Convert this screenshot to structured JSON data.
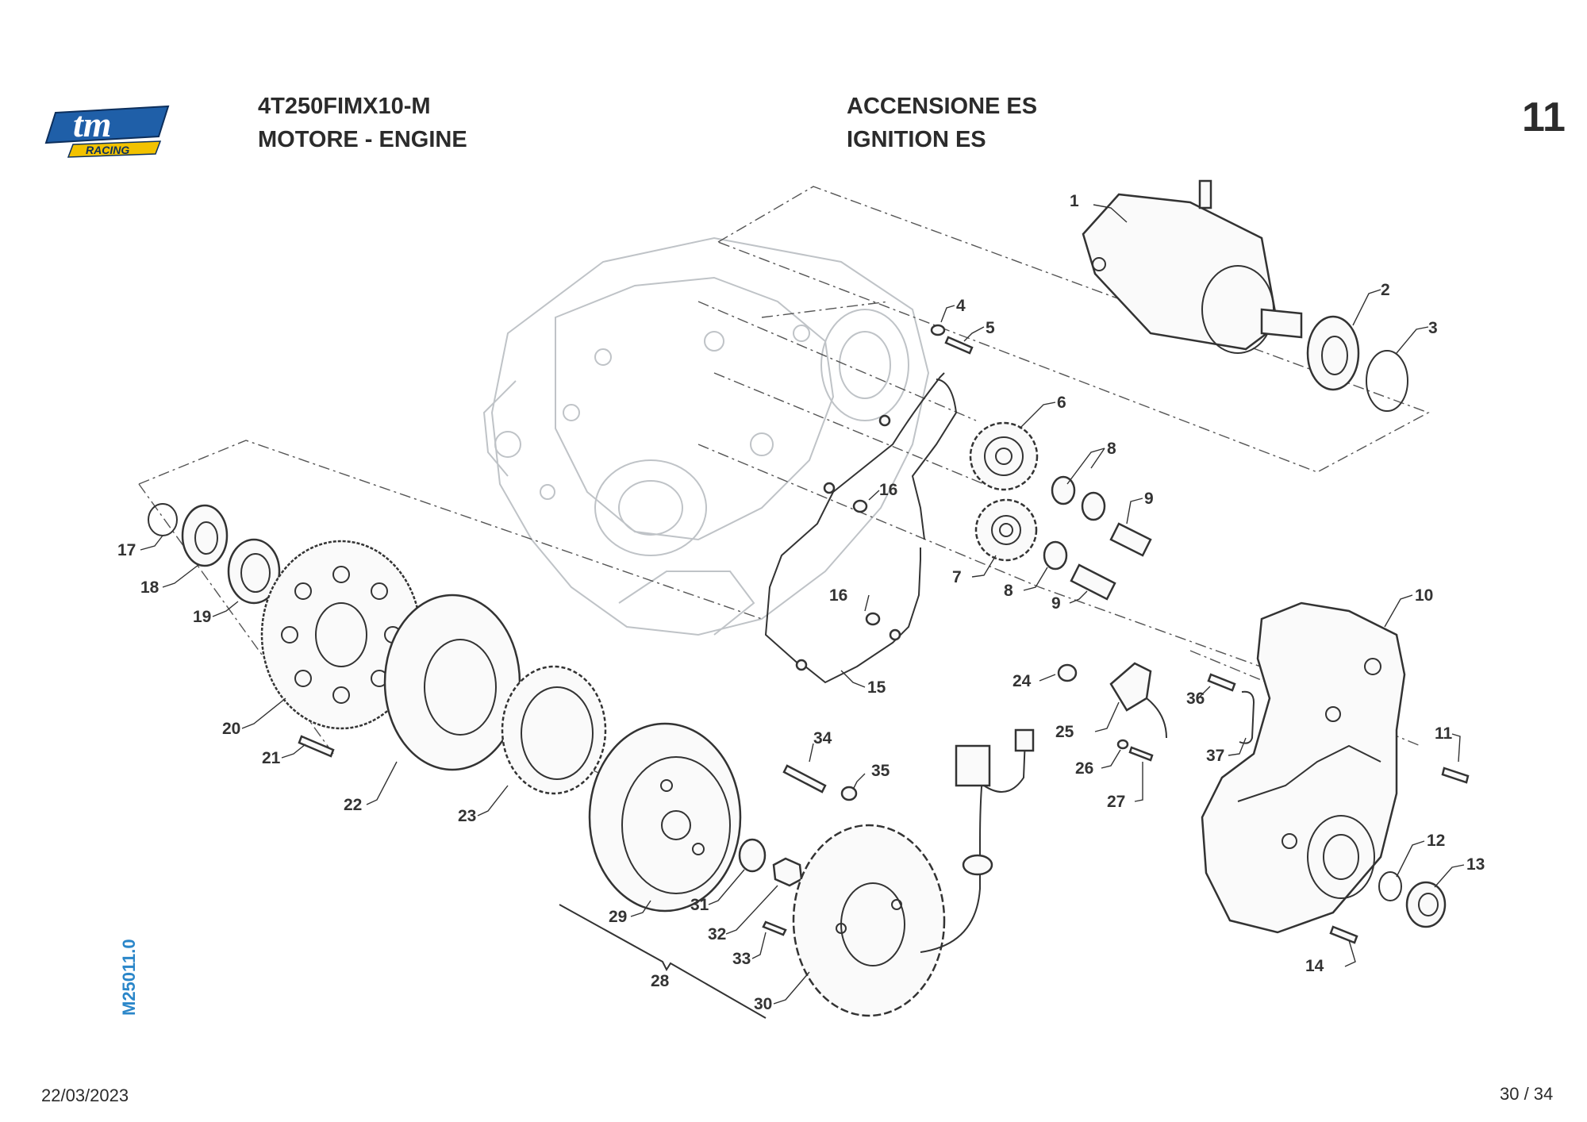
{
  "header": {
    "model_code": "4T250FIMX10-M",
    "group_name": "MOTORE - ENGINE",
    "section_it": "ACCENSIONE ES",
    "section_en": "IGNITION ES",
    "table_number": "11"
  },
  "logo": {
    "main_text": "tm",
    "sub_text": "RACING",
    "brand_color": "#1f5fa8",
    "accent_color": "#f2c200"
  },
  "drawing_code": "M25011.0",
  "footer": {
    "date": "22/03/2023",
    "page": "30 / 34"
  },
  "callouts": [
    "1",
    "2",
    "3",
    "4",
    "5",
    "6",
    "7",
    "8",
    "8",
    "9",
    "9",
    "10",
    "11",
    "12",
    "13",
    "14",
    "15",
    "16",
    "16",
    "17",
    "18",
    "19",
    "20",
    "21",
    "22",
    "23",
    "24",
    "25",
    "26",
    "27",
    "28",
    "29",
    "30",
    "31",
    "32",
    "33",
    "34",
    "35",
    "36",
    "37"
  ],
  "colors": {
    "ink": "#333333",
    "ghost_casing": "#bfc3c7",
    "code_blue": "#2a86c9"
  }
}
